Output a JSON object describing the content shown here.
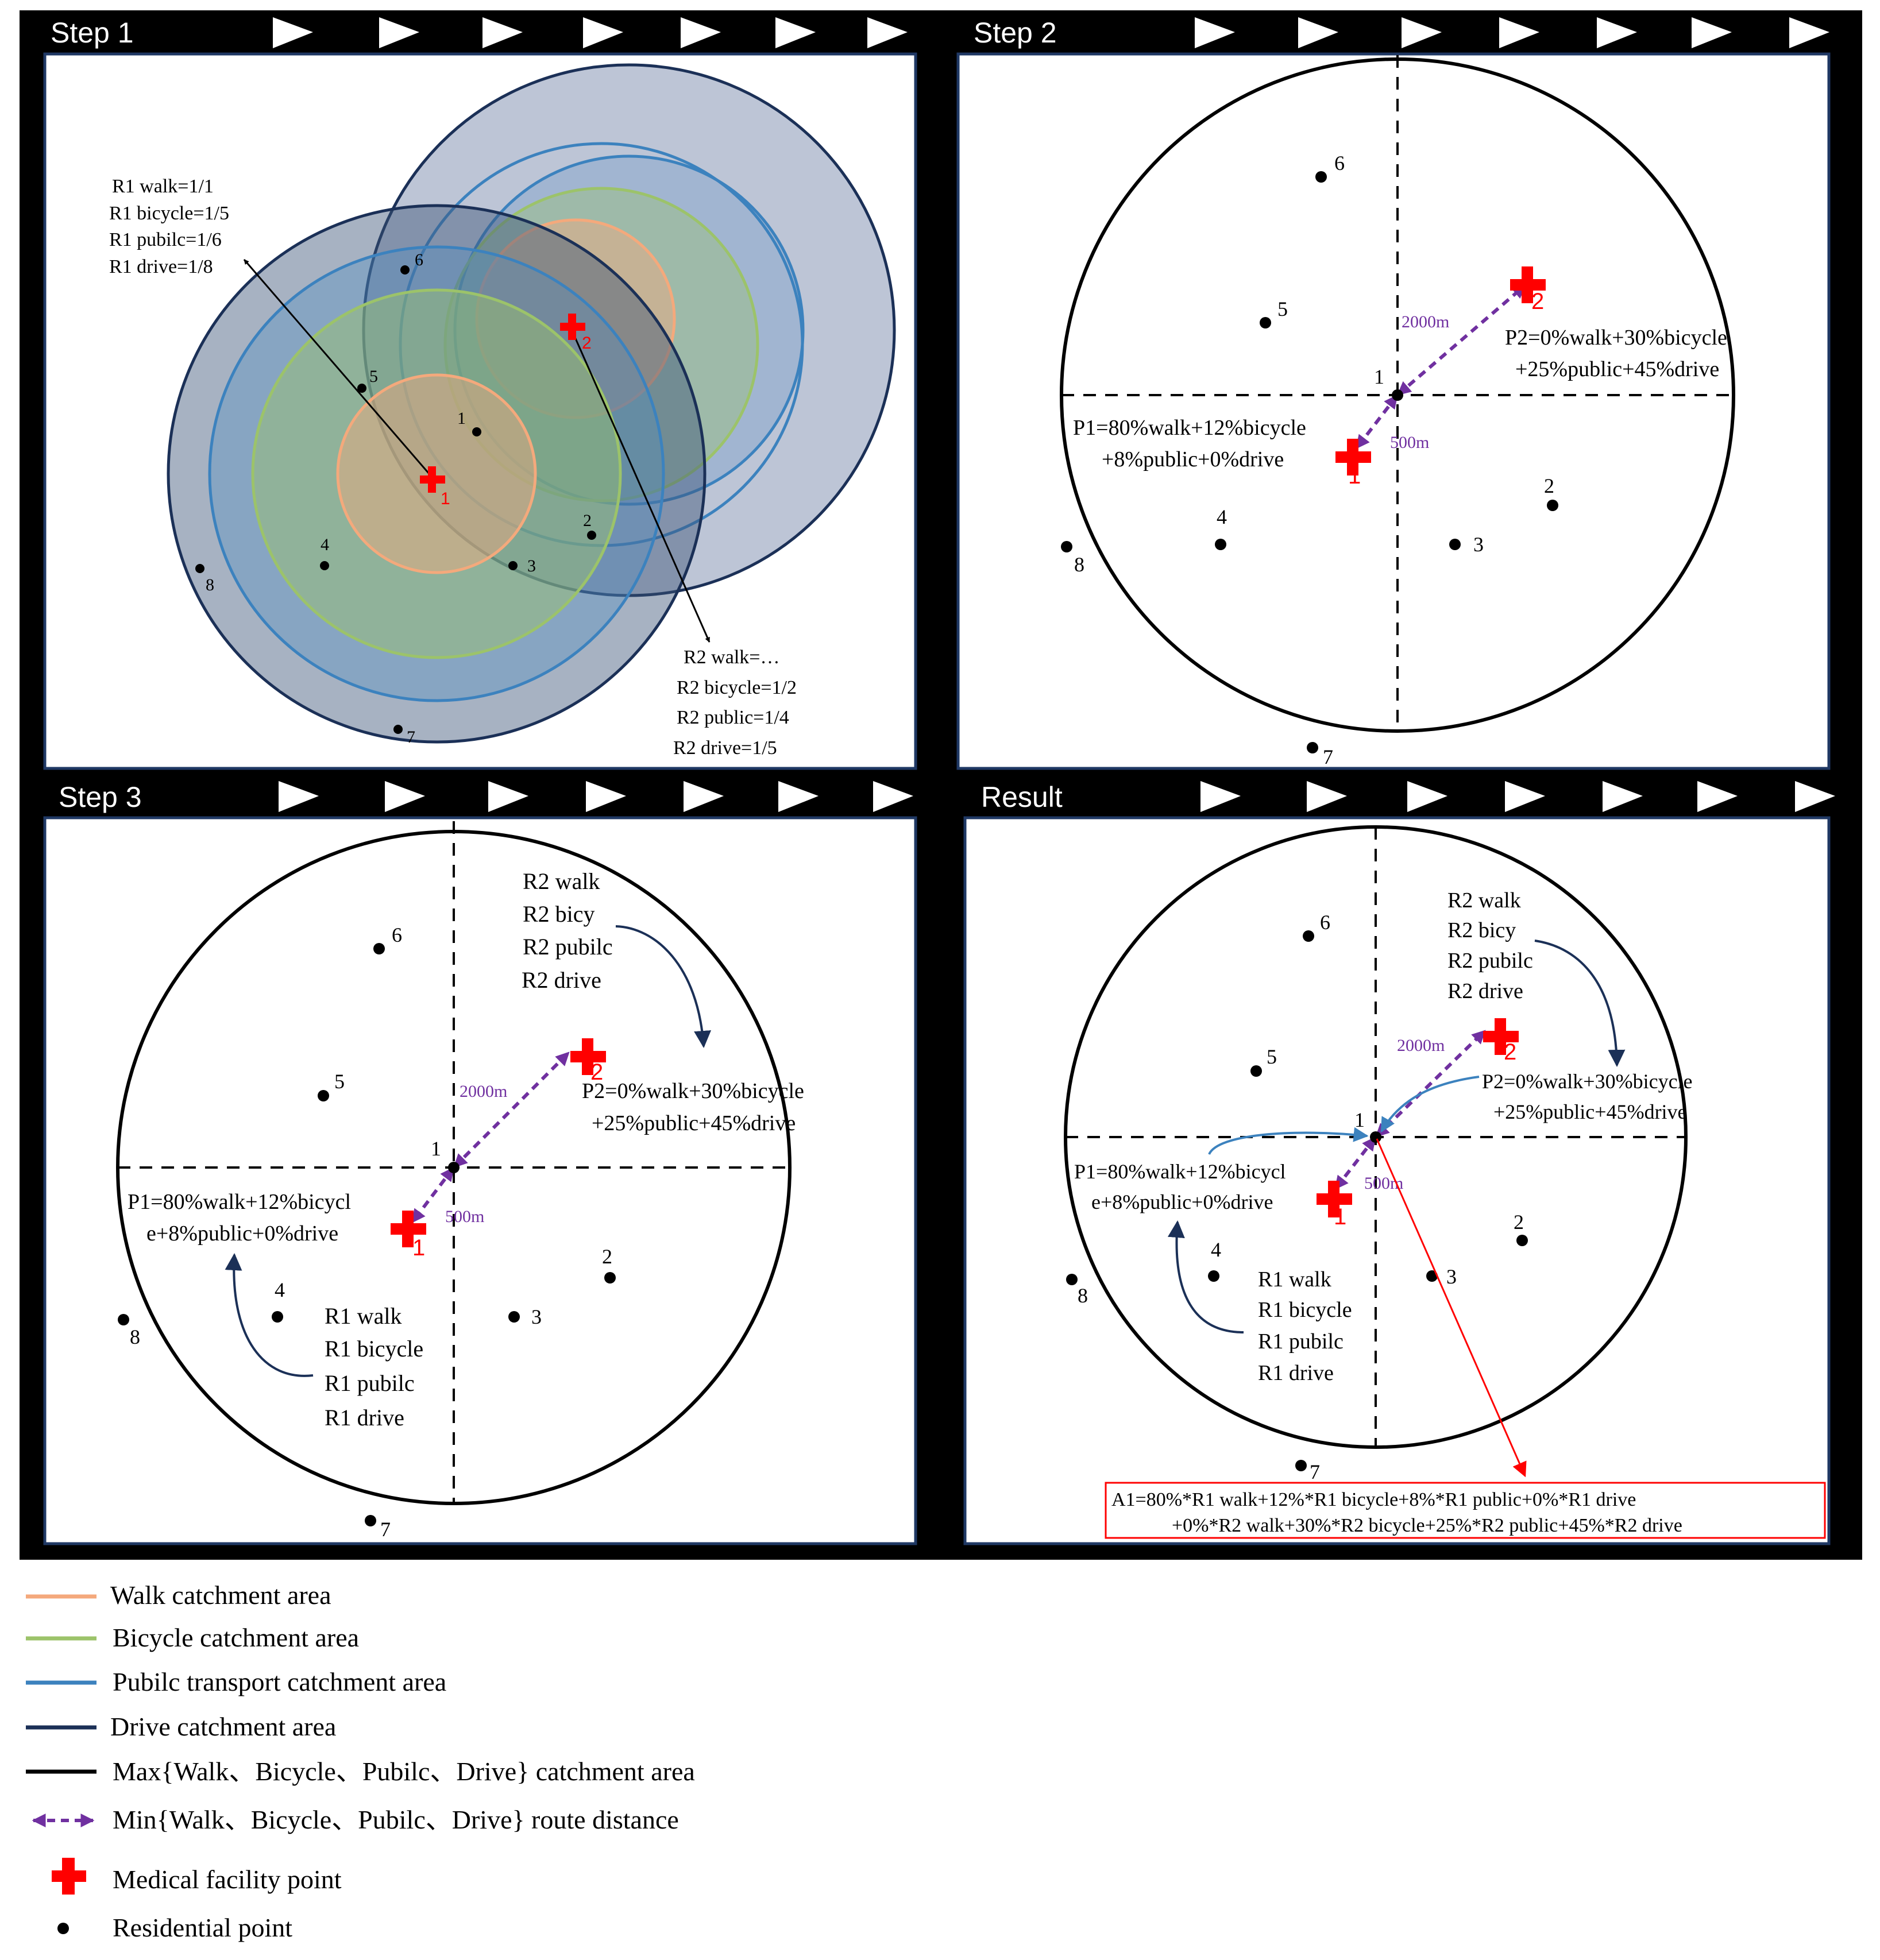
{
  "panels": {
    "step1": {
      "title": "Step 1",
      "points": [
        "1",
        "2",
        "3",
        "4",
        "5",
        "6",
        "7",
        "8"
      ],
      "facilities": [
        "1",
        "2"
      ],
      "r1_labels": [
        "R1 walk=1/1",
        "R1 bicycle=1/5",
        "R1 pubilc=1/6",
        "R1 drive=1/8"
      ],
      "r2_labels": [
        "R2 walk=…",
        "R2 bicycle=1/2",
        "R2 public=1/4",
        "R2 drive=1/5"
      ]
    },
    "step2": {
      "title": "Step 2",
      "points": [
        "1",
        "2",
        "3",
        "4",
        "5",
        "6",
        "7",
        "8"
      ],
      "facilities": [
        "1",
        "2"
      ],
      "dist_far": "2000m",
      "dist_near": "500m",
      "p2_lines": [
        "P2=0%walk+30%bicycle",
        "+25%public+45%drive"
      ],
      "p1_lines": [
        "P1=80%walk+12%bicycle",
        "+8%public+0%drive"
      ]
    },
    "step3": {
      "title": "Step 3",
      "points": [
        "1",
        "2",
        "3",
        "4",
        "5",
        "6",
        "7",
        "8"
      ],
      "facilities": [
        "1",
        "2"
      ],
      "dist_far": "2000m",
      "dist_near": "500m",
      "r2_list": [
        "R2 walk",
        "R2 bicy",
        "R2 pubilc",
        "R2 drive"
      ],
      "p2_lines": [
        "P2=0%walk+30%bicycle",
        "+25%public+45%drive"
      ],
      "p1_lines": [
        "P1=80%walk+12%bicycl",
        "e+8%public+0%drive"
      ],
      "r1_list": [
        "R1 walk",
        "R1 bicycle",
        "R1 pubilc",
        "R1 drive"
      ]
    },
    "result": {
      "title": "Result",
      "points": [
        "1",
        "2",
        "3",
        "4",
        "5",
        "6",
        "7",
        "8"
      ],
      "facilities": [
        "1",
        "2"
      ],
      "dist_far": "2000m",
      "dist_near": "500m",
      "r2_list": [
        "R2 walk",
        "R2 bicy",
        "R2 pubilc",
        "R2 drive"
      ],
      "p2_lines": [
        "P2=0%walk+30%bicycle",
        "+25%public+45%drive"
      ],
      "p1_lines": [
        "P1=80%walk+12%bicycl",
        "e+8%public+0%drive"
      ],
      "r1_list": [
        "R1 walk",
        "R1 bicycle",
        "R1 pubilc",
        "R1 drive"
      ],
      "a1_lines": [
        "A1=80%*R1 walk+12%*R1 bicycle+8%*R1 public+0%*R1 drive",
        "+0%*R2 walk+30%*R2 bicycle+25%*R2 public+45%*R2 drive"
      ]
    }
  },
  "legend": [
    {
      "label": "Walk catchment area",
      "kind": "line",
      "color": "#f4a97c"
    },
    {
      "label": "Bicycle catchment area",
      "kind": "line",
      "color": "#9cc36a"
    },
    {
      "label": "Pubilc transport catchment area",
      "kind": "line",
      "color": "#3c82be"
    },
    {
      "label": "Drive catchment area",
      "kind": "line",
      "color": "#1b3057"
    },
    {
      "label": "Max{Walk、Bicycle、Pubilc、Drive} catchment area",
      "kind": "line",
      "color": "#000000"
    },
    {
      "label": "Min{Walk、Bicycle、Pubilc、Drive} route distance",
      "kind": "dasharrow",
      "color": "#7030a0"
    },
    {
      "label": "Medical facility point",
      "kind": "cross",
      "color": "#ff0000"
    },
    {
      "label": "Residential point",
      "kind": "dot",
      "color": "#000000"
    }
  ],
  "colors": {
    "walk": "#f4a97c",
    "bicycle": "#9cc36a",
    "public": "#3c82be",
    "drive": "#1b3057",
    "facility": "#ff0000",
    "distance": "#7030a0",
    "panel_border": "#1f3864",
    "banner": "#000000"
  }
}
